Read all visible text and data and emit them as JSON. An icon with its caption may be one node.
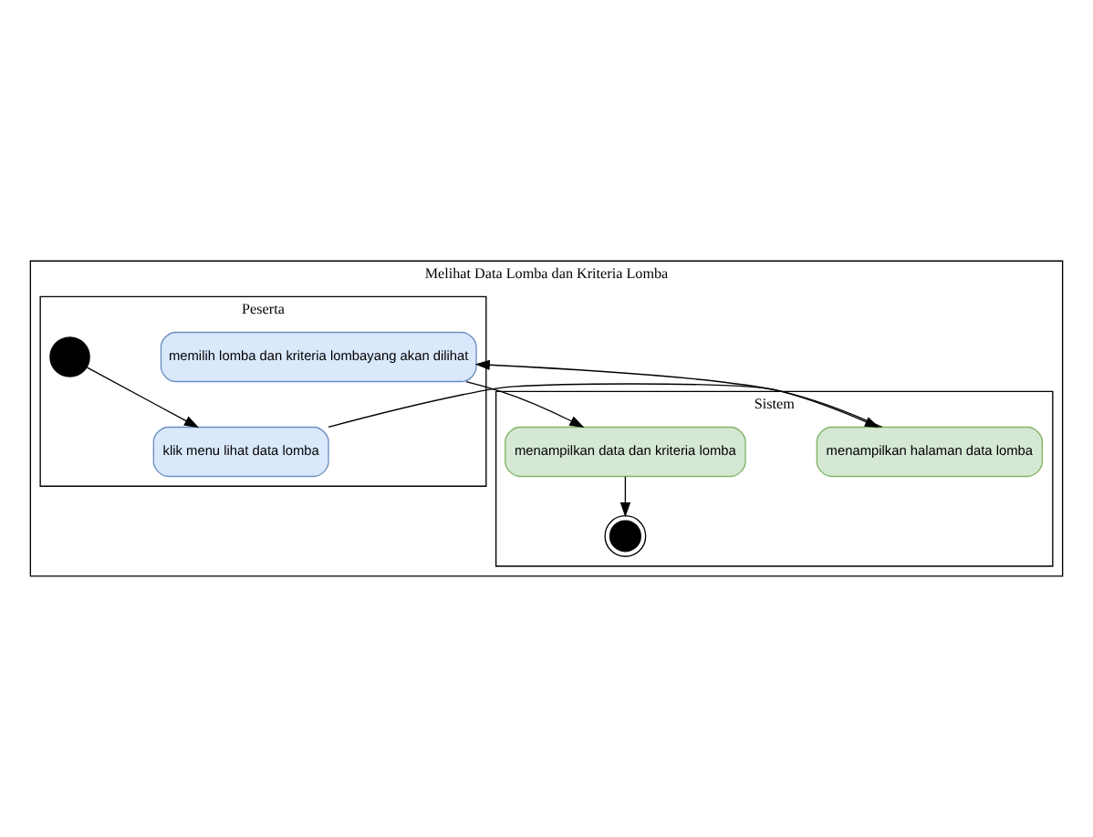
{
  "diagram": {
    "nodes": [
      {
        "text": [
          "Melihat Data Lomba dan Kriteria Lomba"
        ]
      },
      {
        "text": [
          "Peserta"
        ],
        "in": 0
      },
      {
        "text": [
          "Sistem"
        ],
        "in": 0
      },
      {
        "text": [],
        "shape": "circle",
        "in": 1
      },
      {
        "text": [
          "klik menu lihat data lomba"
        ],
        "in": 1
      },
      {
        "text": [
          "menampilkan halaman data lomba"
        ],
        "in": 2
      },
      {
        "text": [
          "memilih lomba dan kriteria lombayang akan dilihat"
        ],
        "in": 1
      },
      {
        "text": [
          "menampilkan data dan kriteria lomba"
        ],
        "in": 2
      },
      {
        "text": [],
        "shape": "bullseye",
        "in": 2
      }
    ],
    "edges": [
      {
        "from": 3,
        "to": 4,
        "arrow": "to"
      },
      {
        "from": 4,
        "to": 5,
        "arrow": "to"
      },
      {
        "from": 5,
        "to": 6,
        "arrow": "to"
      },
      {
        "from": 6,
        "to": 7,
        "arrow": "to"
      },
      {
        "from": 7,
        "to": 8,
        "arrow": "to"
      }
    ]
  }
}
